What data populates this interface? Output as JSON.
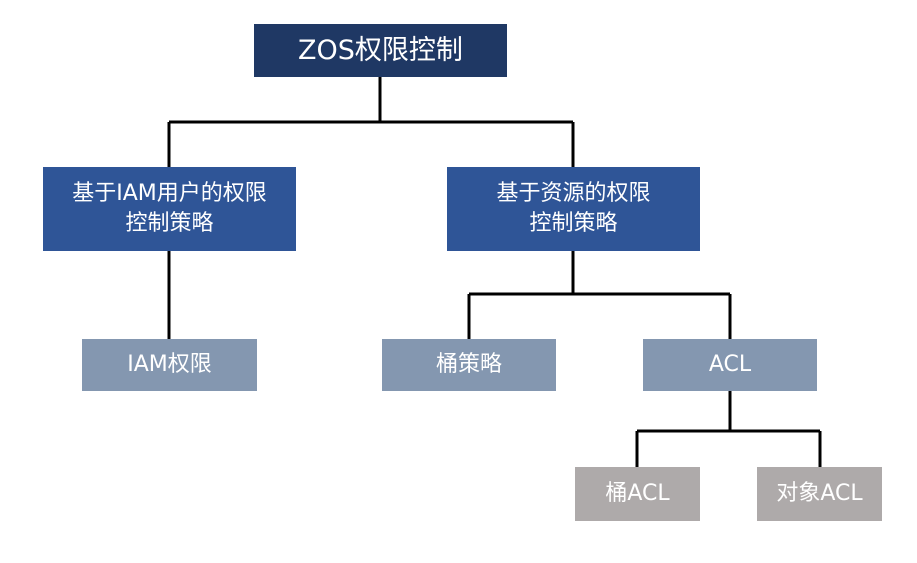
{
  "colors": {
    "root": "#1f3864",
    "level1": "#2f5597",
    "level2": "#8497b0",
    "level3": "#aeaaaa",
    "line": "#000000"
  },
  "root": {
    "label": "ZOS权限控制"
  },
  "iam_policy": {
    "line1": "基于IAM用户的权限",
    "line2": "控制策略"
  },
  "resource_policy": {
    "line1": "基于资源的权限",
    "line2": "控制策略"
  },
  "iam_permission": {
    "label": "IAM权限"
  },
  "bucket_policy": {
    "label": "桶策略"
  },
  "acl": {
    "label": "ACL"
  },
  "bucket_acl": {
    "label": "桶ACL"
  },
  "object_acl": {
    "label": "对象ACL"
  }
}
